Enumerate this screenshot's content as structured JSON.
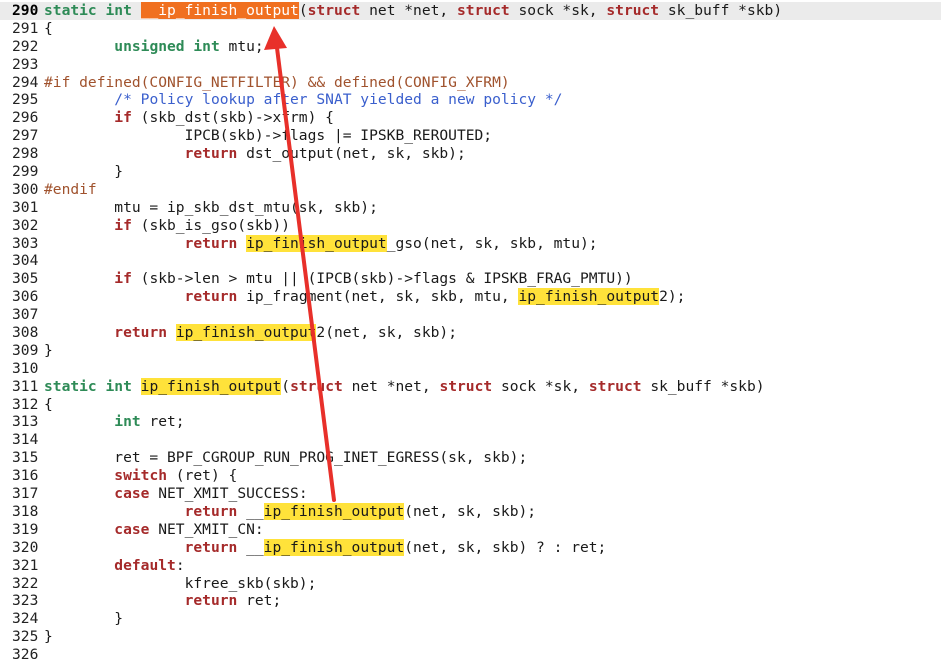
{
  "current_line": 290,
  "lines": [
    {
      "n": "290",
      "t": [
        {
          "c": "ty",
          "s": "static"
        },
        {
          "s": " "
        },
        {
          "c": "ty",
          "s": "int"
        },
        {
          "s": " "
        },
        {
          "c": "hlc",
          "s": "__ip_finish_output"
        },
        {
          "s": "("
        },
        {
          "c": "kw",
          "s": "struct"
        },
        {
          "s": " net *net, "
        },
        {
          "c": "kw",
          "s": "struct"
        },
        {
          "s": " sock *sk, "
        },
        {
          "c": "kw",
          "s": "struct"
        },
        {
          "s": " sk_buff *skb)"
        }
      ]
    },
    {
      "n": "291",
      "t": [
        {
          "s": "{"
        }
      ]
    },
    {
      "n": "292",
      "t": [
        {
          "s": "        "
        },
        {
          "c": "ty",
          "s": "unsigned"
        },
        {
          "s": " "
        },
        {
          "c": "ty",
          "s": "int"
        },
        {
          "s": " mtu;"
        }
      ]
    },
    {
      "n": "293",
      "t": []
    },
    {
      "n": "294",
      "t": [
        {
          "c": "pp",
          "s": "#if defined(CONFIG_NETFILTER) && defined(CONFIG_XFRM)"
        }
      ]
    },
    {
      "n": "295",
      "t": [
        {
          "s": "        "
        },
        {
          "c": "cm",
          "s": "/* Policy lookup after SNAT yielded a new policy */"
        }
      ]
    },
    {
      "n": "296",
      "t": [
        {
          "s": "        "
        },
        {
          "c": "kw",
          "s": "if"
        },
        {
          "s": " (skb_dst(skb)->xfrm) {"
        }
      ]
    },
    {
      "n": "297",
      "t": [
        {
          "s": "                IPCB(skb)->flags |= IPSKB_REROUTED;"
        }
      ]
    },
    {
      "n": "298",
      "t": [
        {
          "s": "                "
        },
        {
          "c": "kw",
          "s": "return"
        },
        {
          "s": " dst_output(net, sk, skb);"
        }
      ]
    },
    {
      "n": "299",
      "t": [
        {
          "s": "        }"
        }
      ]
    },
    {
      "n": "300",
      "t": [
        {
          "c": "pp",
          "s": "#endif"
        }
      ]
    },
    {
      "n": "301",
      "t": [
        {
          "s": "        mtu = ip_skb_dst_mtu(sk, skb);"
        }
      ]
    },
    {
      "n": "302",
      "t": [
        {
          "s": "        "
        },
        {
          "c": "kw",
          "s": "if"
        },
        {
          "s": " (skb_is_gso(skb))"
        }
      ]
    },
    {
      "n": "303",
      "t": [
        {
          "s": "                "
        },
        {
          "c": "kw",
          "s": "return"
        },
        {
          "s": " "
        },
        {
          "c": "hl",
          "s": "ip_finish_output"
        },
        {
          "s": "_gso(net, sk, skb, mtu);"
        }
      ]
    },
    {
      "n": "304",
      "t": []
    },
    {
      "n": "305",
      "t": [
        {
          "s": "        "
        },
        {
          "c": "kw",
          "s": "if"
        },
        {
          "s": " (skb->len > mtu || (IPCB(skb)->flags & IPSKB_FRAG_PMTU))"
        }
      ]
    },
    {
      "n": "306",
      "t": [
        {
          "s": "                "
        },
        {
          "c": "kw",
          "s": "return"
        },
        {
          "s": " ip_fragment(net, sk, skb, mtu, "
        },
        {
          "c": "hl",
          "s": "ip_finish_output"
        },
        {
          "s": "2);"
        }
      ]
    },
    {
      "n": "307",
      "t": []
    },
    {
      "n": "308",
      "t": [
        {
          "s": "        "
        },
        {
          "c": "kw",
          "s": "return"
        },
        {
          "s": " "
        },
        {
          "c": "hl",
          "s": "ip_finish_output"
        },
        {
          "s": "2(net, sk, skb);"
        }
      ]
    },
    {
      "n": "309",
      "t": [
        {
          "s": "}"
        }
      ]
    },
    {
      "n": "310",
      "t": []
    },
    {
      "n": "311",
      "t": [
        {
          "c": "ty",
          "s": "static"
        },
        {
          "s": " "
        },
        {
          "c": "ty",
          "s": "int"
        },
        {
          "s": " "
        },
        {
          "c": "hl",
          "s": "ip_finish_output"
        },
        {
          "s": "("
        },
        {
          "c": "kw",
          "s": "struct"
        },
        {
          "s": " net *net, "
        },
        {
          "c": "kw",
          "s": "struct"
        },
        {
          "s": " sock *sk, "
        },
        {
          "c": "kw",
          "s": "struct"
        },
        {
          "s": " sk_buff *skb)"
        }
      ]
    },
    {
      "n": "312",
      "t": [
        {
          "s": "{"
        }
      ]
    },
    {
      "n": "313",
      "t": [
        {
          "s": "        "
        },
        {
          "c": "ty",
          "s": "int"
        },
        {
          "s": " ret;"
        }
      ]
    },
    {
      "n": "314",
      "t": []
    },
    {
      "n": "315",
      "t": [
        {
          "s": "        ret = BPF_CGROUP_RUN_PROG_INET_EGRESS(sk, skb);"
        }
      ]
    },
    {
      "n": "316",
      "t": [
        {
          "s": "        "
        },
        {
          "c": "kw",
          "s": "switch"
        },
        {
          "s": " (ret) {"
        }
      ]
    },
    {
      "n": "317",
      "t": [
        {
          "s": "        "
        },
        {
          "c": "kw",
          "s": "case"
        },
        {
          "s": " NET_XMIT_SUCCESS:"
        }
      ]
    },
    {
      "n": "318",
      "t": [
        {
          "s": "                "
        },
        {
          "c": "kw",
          "s": "return"
        },
        {
          "s": " __"
        },
        {
          "c": "hl",
          "s": "ip_finish_output"
        },
        {
          "s": "(net, sk, skb);"
        }
      ]
    },
    {
      "n": "319",
      "t": [
        {
          "s": "        "
        },
        {
          "c": "kw",
          "s": "case"
        },
        {
          "s": " NET_XMIT_CN:"
        }
      ]
    },
    {
      "n": "320",
      "t": [
        {
          "s": "                "
        },
        {
          "c": "kw",
          "s": "return"
        },
        {
          "s": " __"
        },
        {
          "c": "hl",
          "s": "ip_finish_output"
        },
        {
          "s": "(net, sk, skb) ? : ret;"
        }
      ]
    },
    {
      "n": "321",
      "t": [
        {
          "s": "        "
        },
        {
          "c": "kw",
          "s": "default"
        },
        {
          "s": ":"
        }
      ]
    },
    {
      "n": "322",
      "t": [
        {
          "s": "                kfree_skb(skb);"
        }
      ]
    },
    {
      "n": "323",
      "t": [
        {
          "s": "                "
        },
        {
          "c": "kw",
          "s": "return"
        },
        {
          "s": " ret;"
        }
      ]
    },
    {
      "n": "324",
      "t": [
        {
          "s": "        }"
        }
      ]
    },
    {
      "n": "325",
      "t": [
        {
          "s": "}"
        }
      ]
    },
    {
      "n": "326",
      "t": []
    }
  ],
  "annotation": {
    "color": "#e8302a"
  }
}
